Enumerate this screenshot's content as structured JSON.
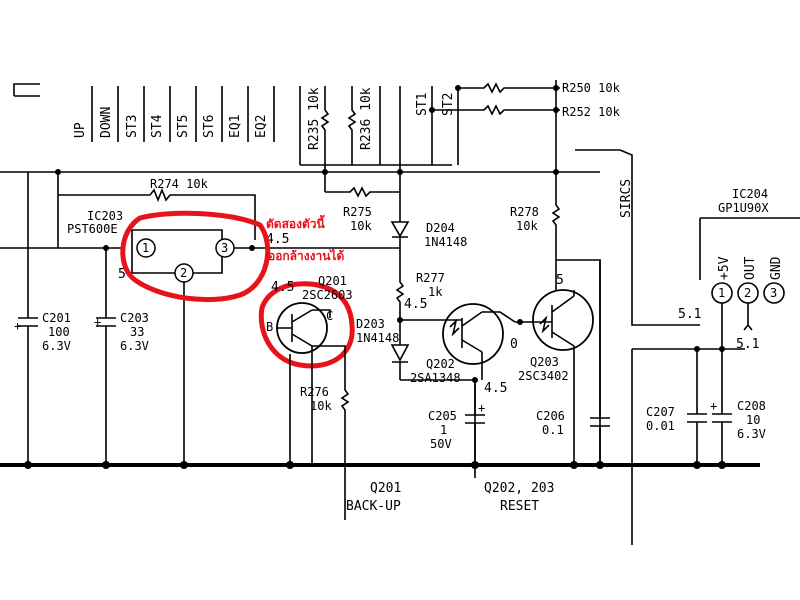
{
  "pins_top": [
    "UP",
    "DOWN",
    "ST3",
    "ST4",
    "ST5",
    "ST6",
    "EQ1",
    "EQ2"
  ],
  "resistors_top": [
    {
      "ref": "R235",
      "value": "10k"
    },
    {
      "ref": "R236",
      "value": "10k"
    }
  ],
  "st_pins": [
    "ST1",
    "ST2"
  ],
  "r250": "R250 10k",
  "r252": "R252 10k",
  "sircs": "SIRCS",
  "r274": "R274 10k",
  "r275": {
    "ref": "R275",
    "value": "10k"
  },
  "d204": {
    "ref": "D204",
    "part": "1N4148"
  },
  "r278": {
    "ref": "R278",
    "value": "10k"
  },
  "ic203": {
    "ref": "IC203",
    "part": "PST600E",
    "pins": [
      "1",
      "2",
      "3"
    ]
  },
  "ic204": {
    "ref": "IC204",
    "part": "GP1U90X",
    "pins": [
      "1",
      "2",
      "3"
    ],
    "pin_labels": [
      "+5V",
      "OUT",
      "GND"
    ]
  },
  "annotation": {
    "line1": "ตัดสองตัวนี้",
    "line2": "ออกล้างงานได้"
  },
  "voltages": {
    "v45_ic": "4.5",
    "v5_ic": "5",
    "v45_q202": "4.5",
    "v45_q202_emit": "4.5",
    "v5_q203": "5",
    "v0_q203": "0",
    "v51_a": "5.1",
    "v51_b": "5.1",
    "v45_q201": "4.5"
  },
  "q201": {
    "ref": "Q201",
    "part": "2SC2603",
    "b": "B",
    "c": "C"
  },
  "d203": {
    "ref": "D203",
    "part": "1N4148"
  },
  "r277": {
    "ref": "R277",
    "value": "1k"
  },
  "q202": {
    "ref": "Q202",
    "part": "2SA1348"
  },
  "q203": {
    "ref": "Q203",
    "part": "2SC3402"
  },
  "r276": {
    "ref": "R276",
    "value": "10k"
  },
  "c201": {
    "ref": "C201",
    "value": "100",
    "volt": "6.3V"
  },
  "c203": {
    "ref": "C203",
    "value": "33",
    "volt": "6.3V"
  },
  "c205": {
    "ref": "C205",
    "value": "1",
    "volt": "50V"
  },
  "c206": {
    "ref": "C206",
    "value": "0.1"
  },
  "c207": {
    "ref": "C207",
    "value": "0.01"
  },
  "c208": {
    "ref": "C208",
    "value": "10",
    "volt": "6.3V"
  },
  "footer": {
    "q201_label": "Q201",
    "q201_func": "BACK-UP",
    "q202_label": "Q202, 203",
    "q202_func": "RESET"
  }
}
